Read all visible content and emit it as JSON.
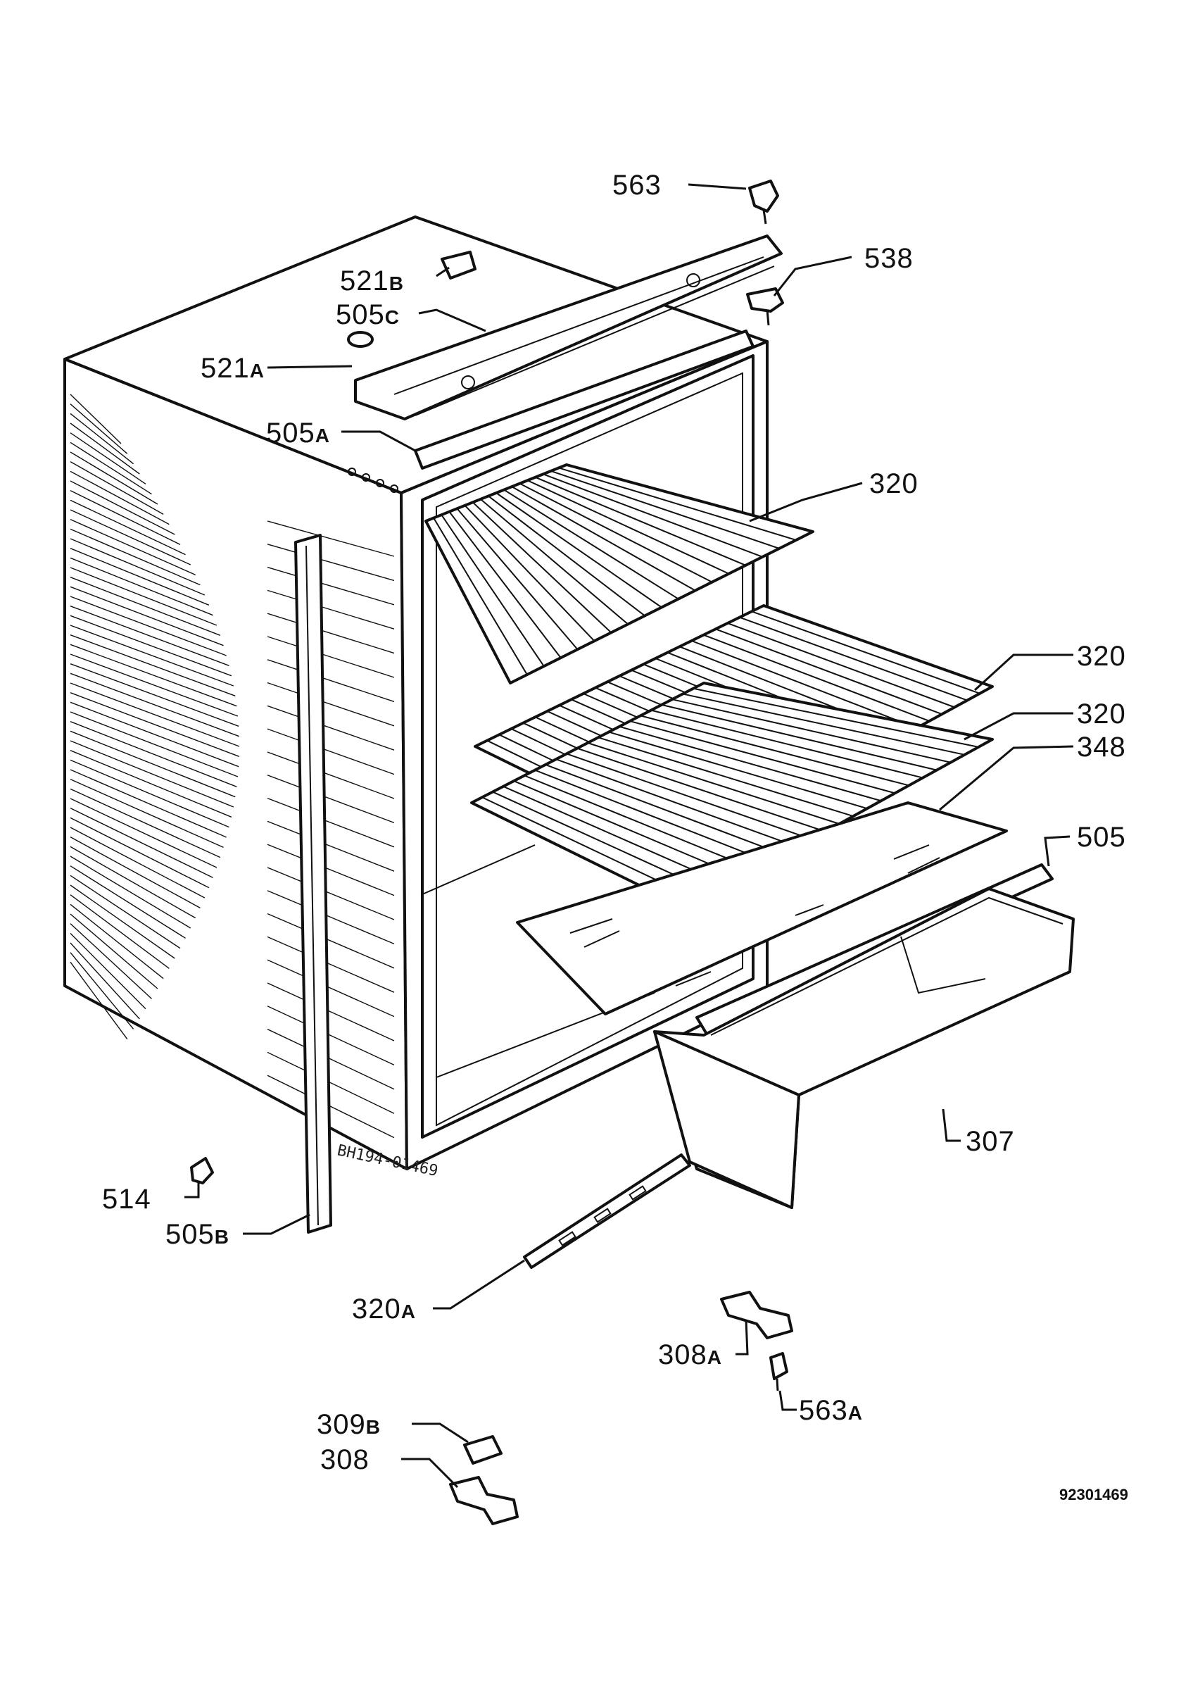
{
  "diagram": {
    "reference_number": "92301469",
    "stamp_text": "BH194-01469",
    "callouts": [
      {
        "id": "c563",
        "num": "563",
        "suffix": ""
      },
      {
        "id": "c538",
        "num": "538",
        "suffix": ""
      },
      {
        "id": "c521b",
        "num": "521",
        "suffix": "B"
      },
      {
        "id": "c505c",
        "num": "505",
        "suffix": "C"
      },
      {
        "id": "c521a",
        "num": "521",
        "suffix": "A"
      },
      {
        "id": "c505a",
        "num": "505",
        "suffix": "A"
      },
      {
        "id": "c320top",
        "num": "320",
        "suffix": ""
      },
      {
        "id": "c320mid",
        "num": "320",
        "suffix": ""
      },
      {
        "id": "c320low",
        "num": "320",
        "suffix": ""
      },
      {
        "id": "c348",
        "num": "348",
        "suffix": ""
      },
      {
        "id": "c505",
        "num": "505",
        "suffix": ""
      },
      {
        "id": "c307",
        "num": "307",
        "suffix": ""
      },
      {
        "id": "c514",
        "num": "514",
        "suffix": ""
      },
      {
        "id": "c505b",
        "num": "505",
        "suffix": "B"
      },
      {
        "id": "c320a",
        "num": "320",
        "suffix": "A"
      },
      {
        "id": "c308a",
        "num": "308",
        "suffix": "A"
      },
      {
        "id": "c563a",
        "num": "563",
        "suffix": "A"
      },
      {
        "id": "c309b",
        "num": "309",
        "suffix": "B"
      },
      {
        "id": "c308",
        "num": "308",
        "suffix": ""
      }
    ]
  }
}
